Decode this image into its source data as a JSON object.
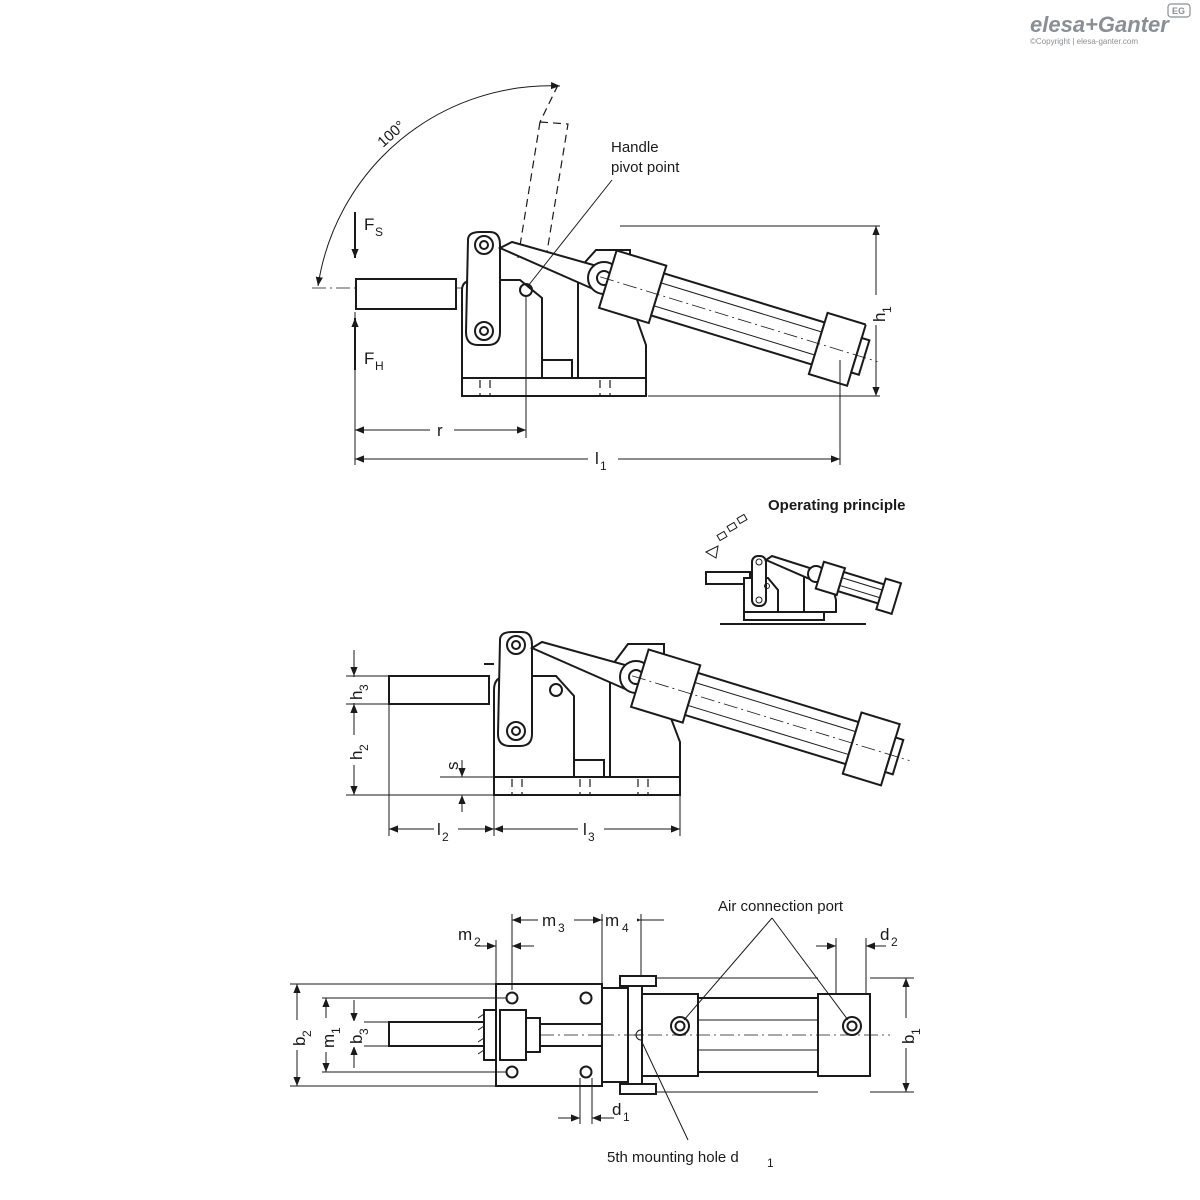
{
  "brand": {
    "logo_text": "elesa+Ganter",
    "copyright": "©Copyright | elesa-ganter.com",
    "badge": "EG"
  },
  "side_view": {
    "angle_label": "100°",
    "callout_handle": [
      "Handle",
      "pivot point"
    ],
    "force_s": {
      "main": "F",
      "sub": "S"
    },
    "force_h": {
      "main": "F",
      "sub": "H"
    },
    "dim_r": "r",
    "dim_l1": {
      "main": "l",
      "sub": "1"
    },
    "dim_h1": {
      "main": "h",
      "sub": "1"
    }
  },
  "operating_principle": {
    "title": "Operating principle"
  },
  "middle_view": {
    "dim_h3": {
      "main": "h",
      "sub": "3"
    },
    "dim_h2": {
      "main": "h",
      "sub": "2"
    },
    "dim_s": "s",
    "dim_l2": {
      "main": "l",
      "sub": "2"
    },
    "dim_l3": {
      "main": "l",
      "sub": "3"
    }
  },
  "top_view": {
    "callout_air": "Air connection port",
    "callout_hole": {
      "main": "5th mounting hole d",
      "sub": "1"
    },
    "dim_m2": {
      "main": "m",
      "sub": "2"
    },
    "dim_m3": {
      "main": "m",
      "sub": "3"
    },
    "dim_m4": {
      "main": "m",
      "sub": "4"
    },
    "dim_d2": {
      "main": "d",
      "sub": "2"
    },
    "dim_d1": {
      "main": "d",
      "sub": "1"
    },
    "dim_b2": {
      "main": "b",
      "sub": "2"
    },
    "dim_m1": {
      "main": "m",
      "sub": "1"
    },
    "dim_b3": {
      "main": "b",
      "sub": "3"
    },
    "dim_b1": {
      "main": "b",
      "sub": "1"
    }
  }
}
